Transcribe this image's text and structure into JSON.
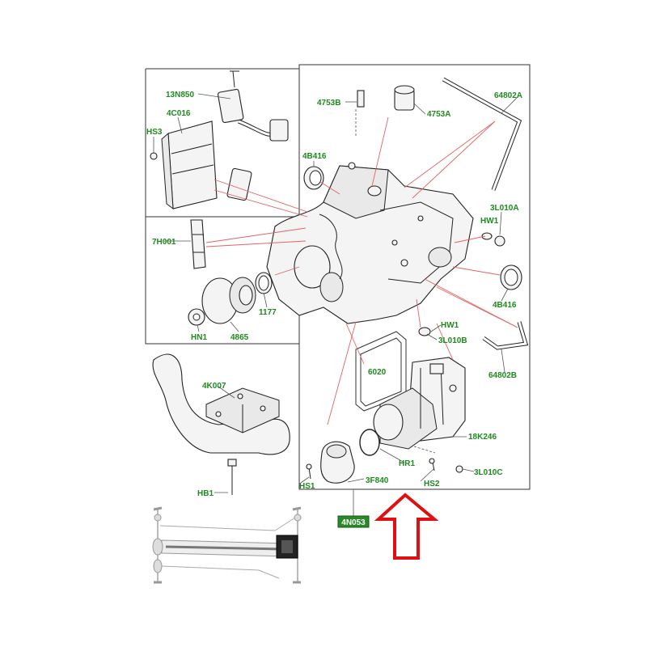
{
  "colors": {
    "label_green": "#1e8a1e",
    "callout_red": "#e06565",
    "arrow_red": "#e01010",
    "tag_bg": "#2a8a2a",
    "tag_text": "#ffffff",
    "line_dark": "#222222"
  },
  "labels": {
    "l13N850": "13N850",
    "l4C016": "4C016",
    "lHS3": "HS3",
    "l4753B": "4753B",
    "l4753A": "4753A",
    "l64802A": "64802A",
    "l4B416a": "4B416",
    "l3L010A": "3L010A",
    "lHW1a": "HW1",
    "l7H001": "7H001",
    "l1177": "1177",
    "l4865": "4865",
    "lHN1": "HN1",
    "l4B416b": "4B416",
    "lHW1b": "HW1",
    "l3L010B": "3L010B",
    "l6020": "6020",
    "l64802B": "64802B",
    "l4K007": "4K007",
    "l18K246": "18K246",
    "lHR1": "HR1",
    "l3L010C": "3L010C",
    "lHS1": "HS1",
    "l3F840": "3F840",
    "lHS2": "HS2",
    "lHB1": "HB1",
    "l4N053": "4N053"
  },
  "icons": {
    "arrow": "up-arrow-icon",
    "vehicle": "vehicle-driveline-icon"
  }
}
